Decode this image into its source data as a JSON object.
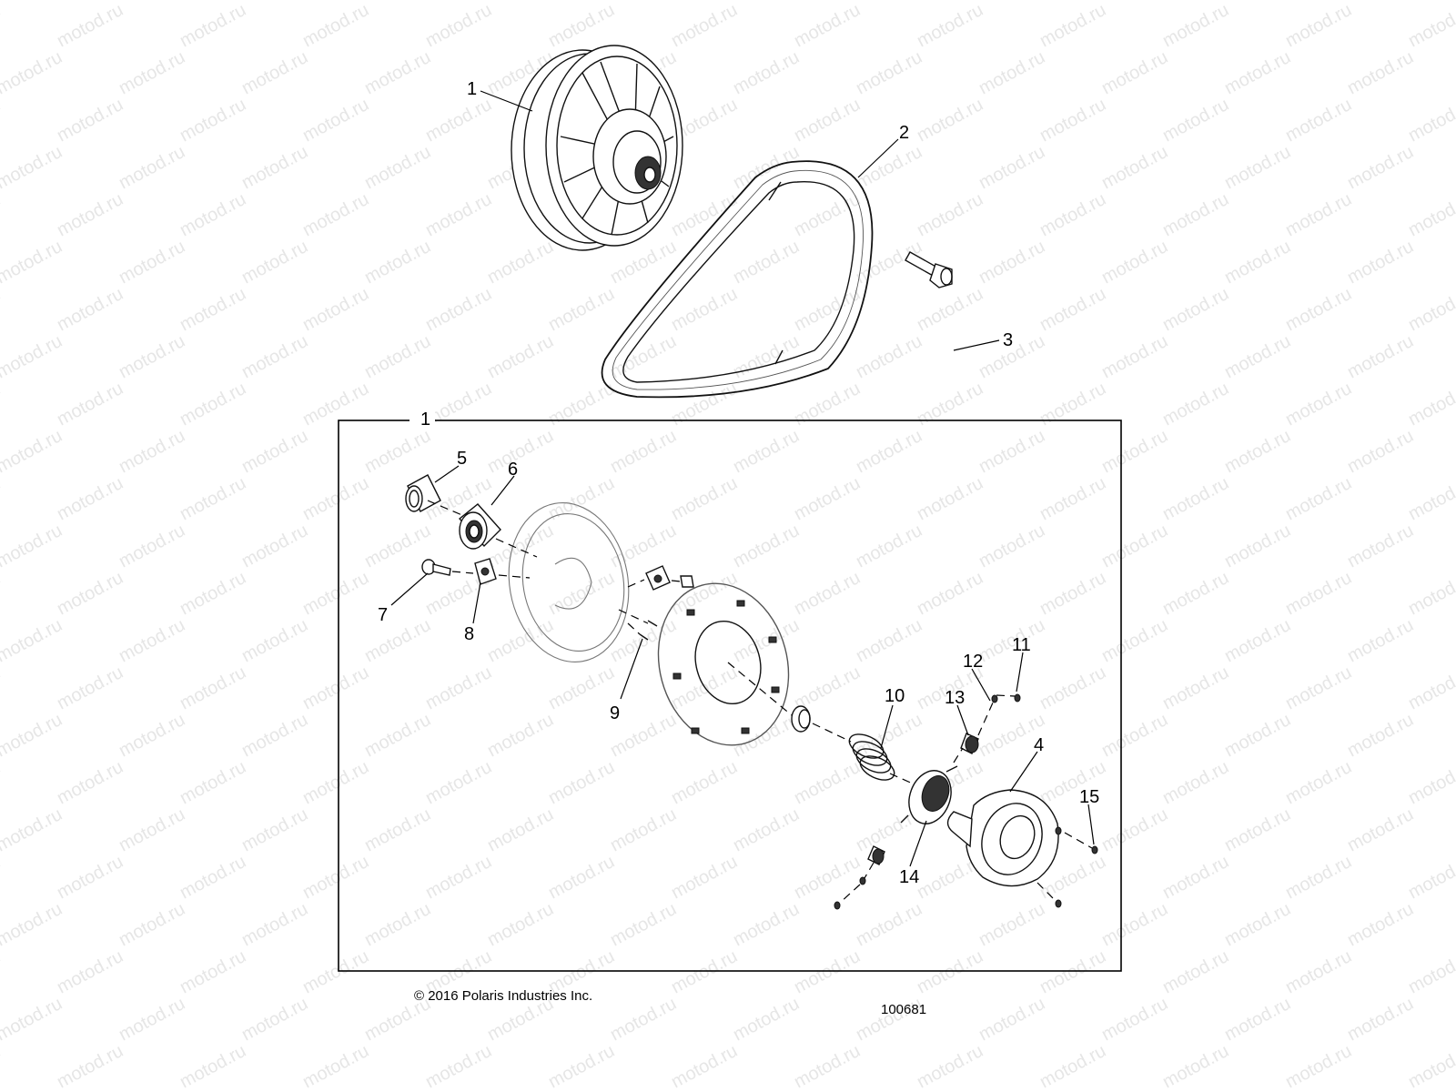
{
  "watermark": "motod.ru",
  "group_label": "1",
  "callouts": [
    "1",
    "2",
    "3",
    "4",
    "5",
    "6",
    "7",
    "8",
    "9",
    "10",
    "11",
    "12",
    "13",
    "14",
    "15"
  ],
  "copyright": "© 2016 Polaris Industries Inc.",
  "drawing_number": "100681"
}
